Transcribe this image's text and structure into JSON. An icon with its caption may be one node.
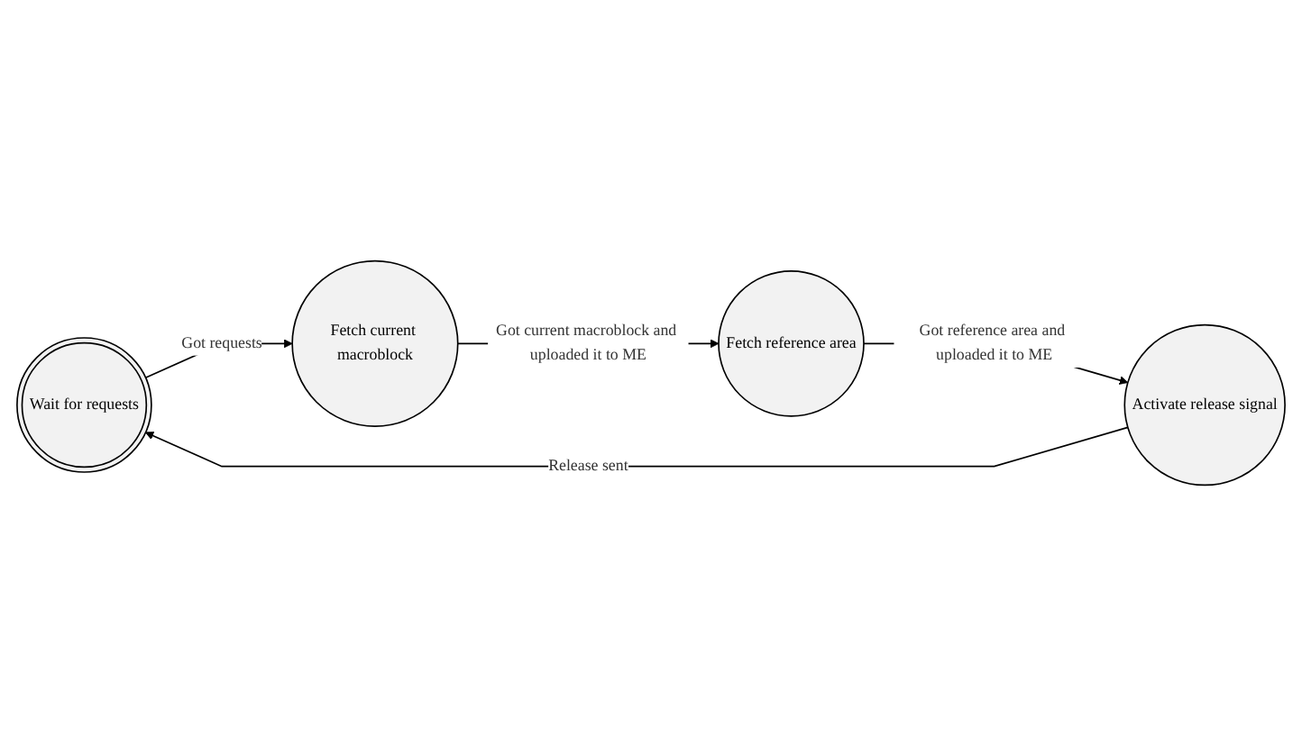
{
  "diagram": {
    "nodes": [
      {
        "text": [
          "Wait for requests"
        ]
      },
      {
        "text": [
          "Fetch current macroblock"
        ]
      },
      {
        "text": [
          "Fetch reference area"
        ]
      },
      {
        "text": [
          "Activate release signal"
        ]
      }
    ],
    "edges": [
      {
        "from": 0,
        "to": 1,
        "arrow": "to",
        "label": "Got requests"
      },
      {
        "from": 1,
        "to": 2,
        "arrow": "to",
        "label": "Got current macroblock and uploaded it to ME"
      },
      {
        "from": 2,
        "to": 3,
        "arrow": "to",
        "label": "Got reference area and uploaded it to ME"
      },
      {
        "from": 3,
        "to": 0,
        "arrow": "to",
        "label": "Release sent"
      }
    ]
  }
}
